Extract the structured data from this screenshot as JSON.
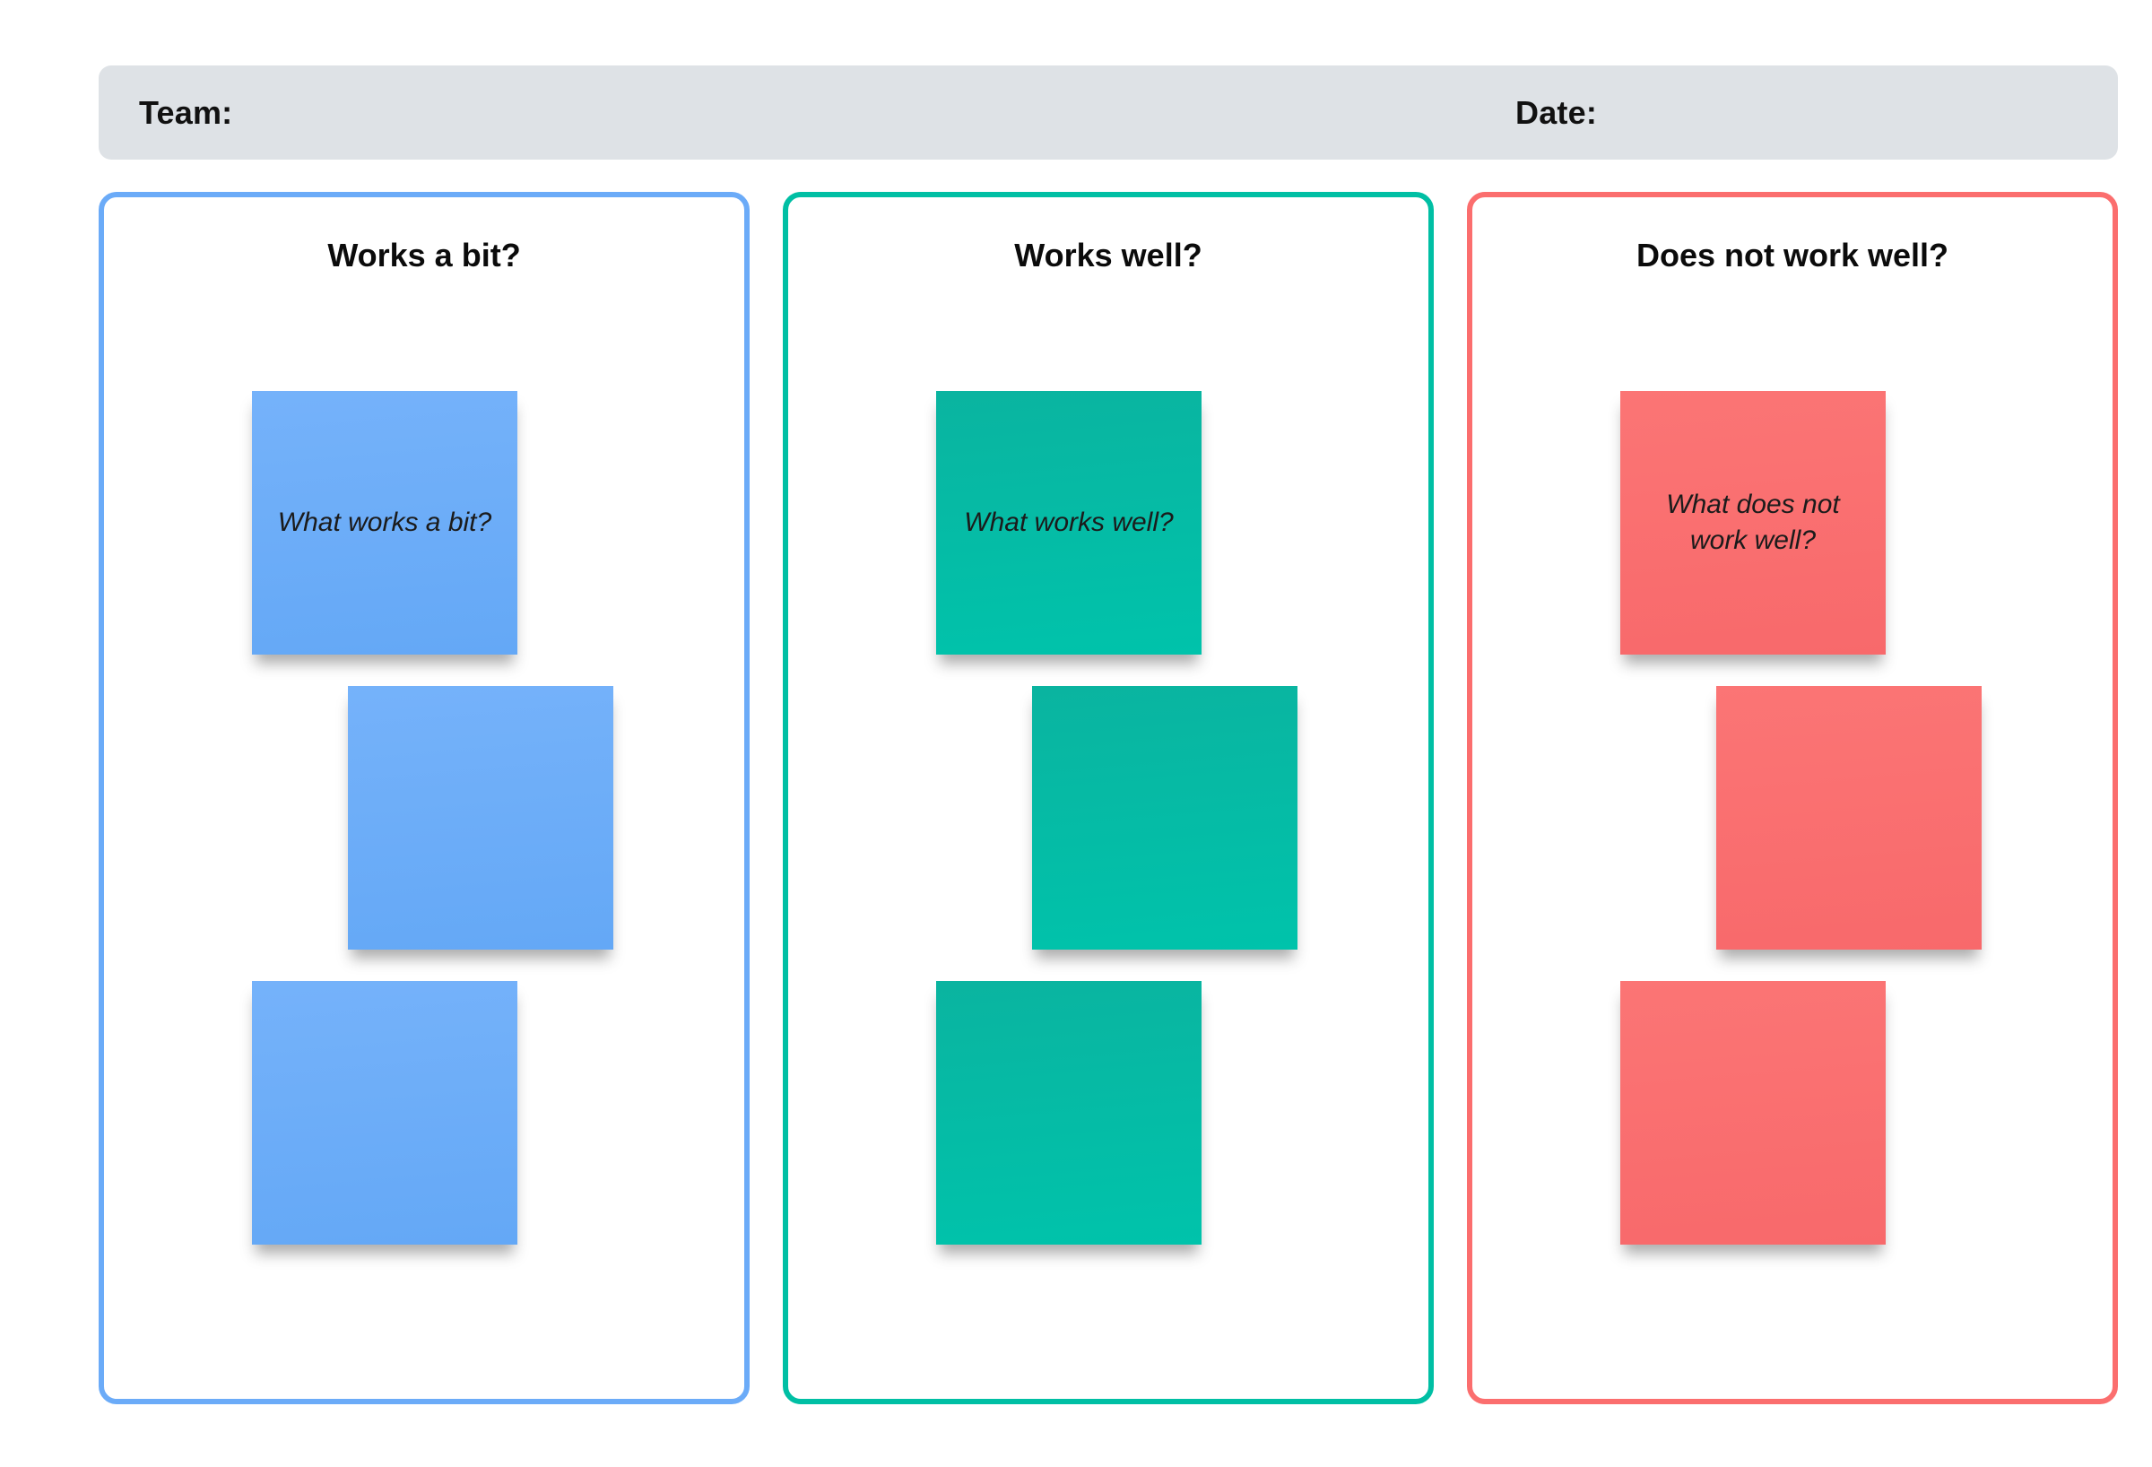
{
  "header": {
    "team_label": "Team:",
    "date_label": "Date:"
  },
  "columns": [
    {
      "id": "works-a-bit",
      "title": "Works a bit?",
      "accent_color": "#6babf8",
      "note_color": "#6aaef9",
      "notes": [
        {
          "text": "What works a bit?"
        },
        {
          "text": ""
        },
        {
          "text": ""
        }
      ]
    },
    {
      "id": "works-well",
      "title": "Works well?",
      "accent_color": "#00bfa4",
      "note_color": "#00bca6",
      "notes": [
        {
          "text": "What works well?"
        },
        {
          "text": ""
        },
        {
          "text": ""
        }
      ]
    },
    {
      "id": "does-not-work-well",
      "title": "Does not work well?",
      "accent_color": "#fb6e6e",
      "note_color": "#fa7070",
      "notes": [
        {
          "text": "What does not\nwork well?"
        },
        {
          "text": ""
        },
        {
          "text": ""
        }
      ]
    }
  ]
}
